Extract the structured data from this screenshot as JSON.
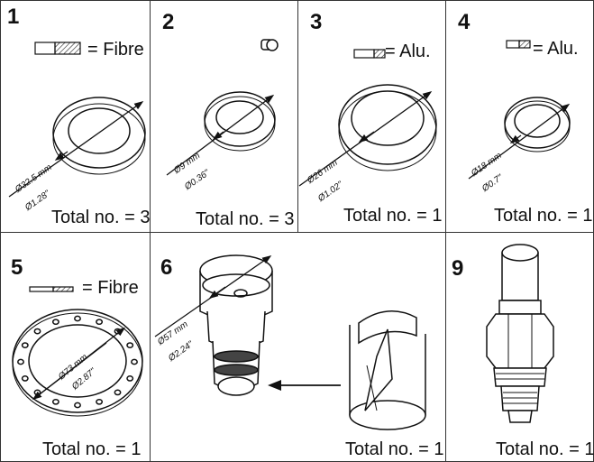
{
  "panels": [
    {
      "number": "1",
      "material": "= Fibre",
      "dim_mm": "Ø32.5 mm",
      "dim_in": "Ø1.28\"",
      "total": "Total no. = 3"
    },
    {
      "number": "2",
      "material": "",
      "dim_mm": "Ø9 mm",
      "dim_in": "Ø0.36\"",
      "total": "Total no. = 3"
    },
    {
      "number": "3",
      "material": "= Alu.",
      "dim_mm": "Ø26 mm",
      "dim_in": "Ø1.02\"",
      "total": "Total no. = 1"
    },
    {
      "number": "4",
      "material": "= Alu.",
      "dim_mm": "Ø18 mm",
      "dim_in": "Ø0.7\"",
      "total": "Total no. = 1"
    },
    {
      "number": "5",
      "material": "= Fibre",
      "dim_mm": "Ø73 mm",
      "dim_in": "Ø2.87\"",
      "total": "Total no. = 1"
    },
    {
      "number": "6",
      "material": "",
      "dim_mm": "Ø57 mm",
      "dim_in": "Ø2.24\"",
      "total": "Total no. = 1"
    },
    {
      "number": "9",
      "material": "",
      "dim_mm": "",
      "dim_in": "",
      "total": "Total no. = 1"
    }
  ],
  "icons": {
    "material_swatch": "hatched-swatch-icon",
    "arrow": "arrow-left-icon"
  }
}
